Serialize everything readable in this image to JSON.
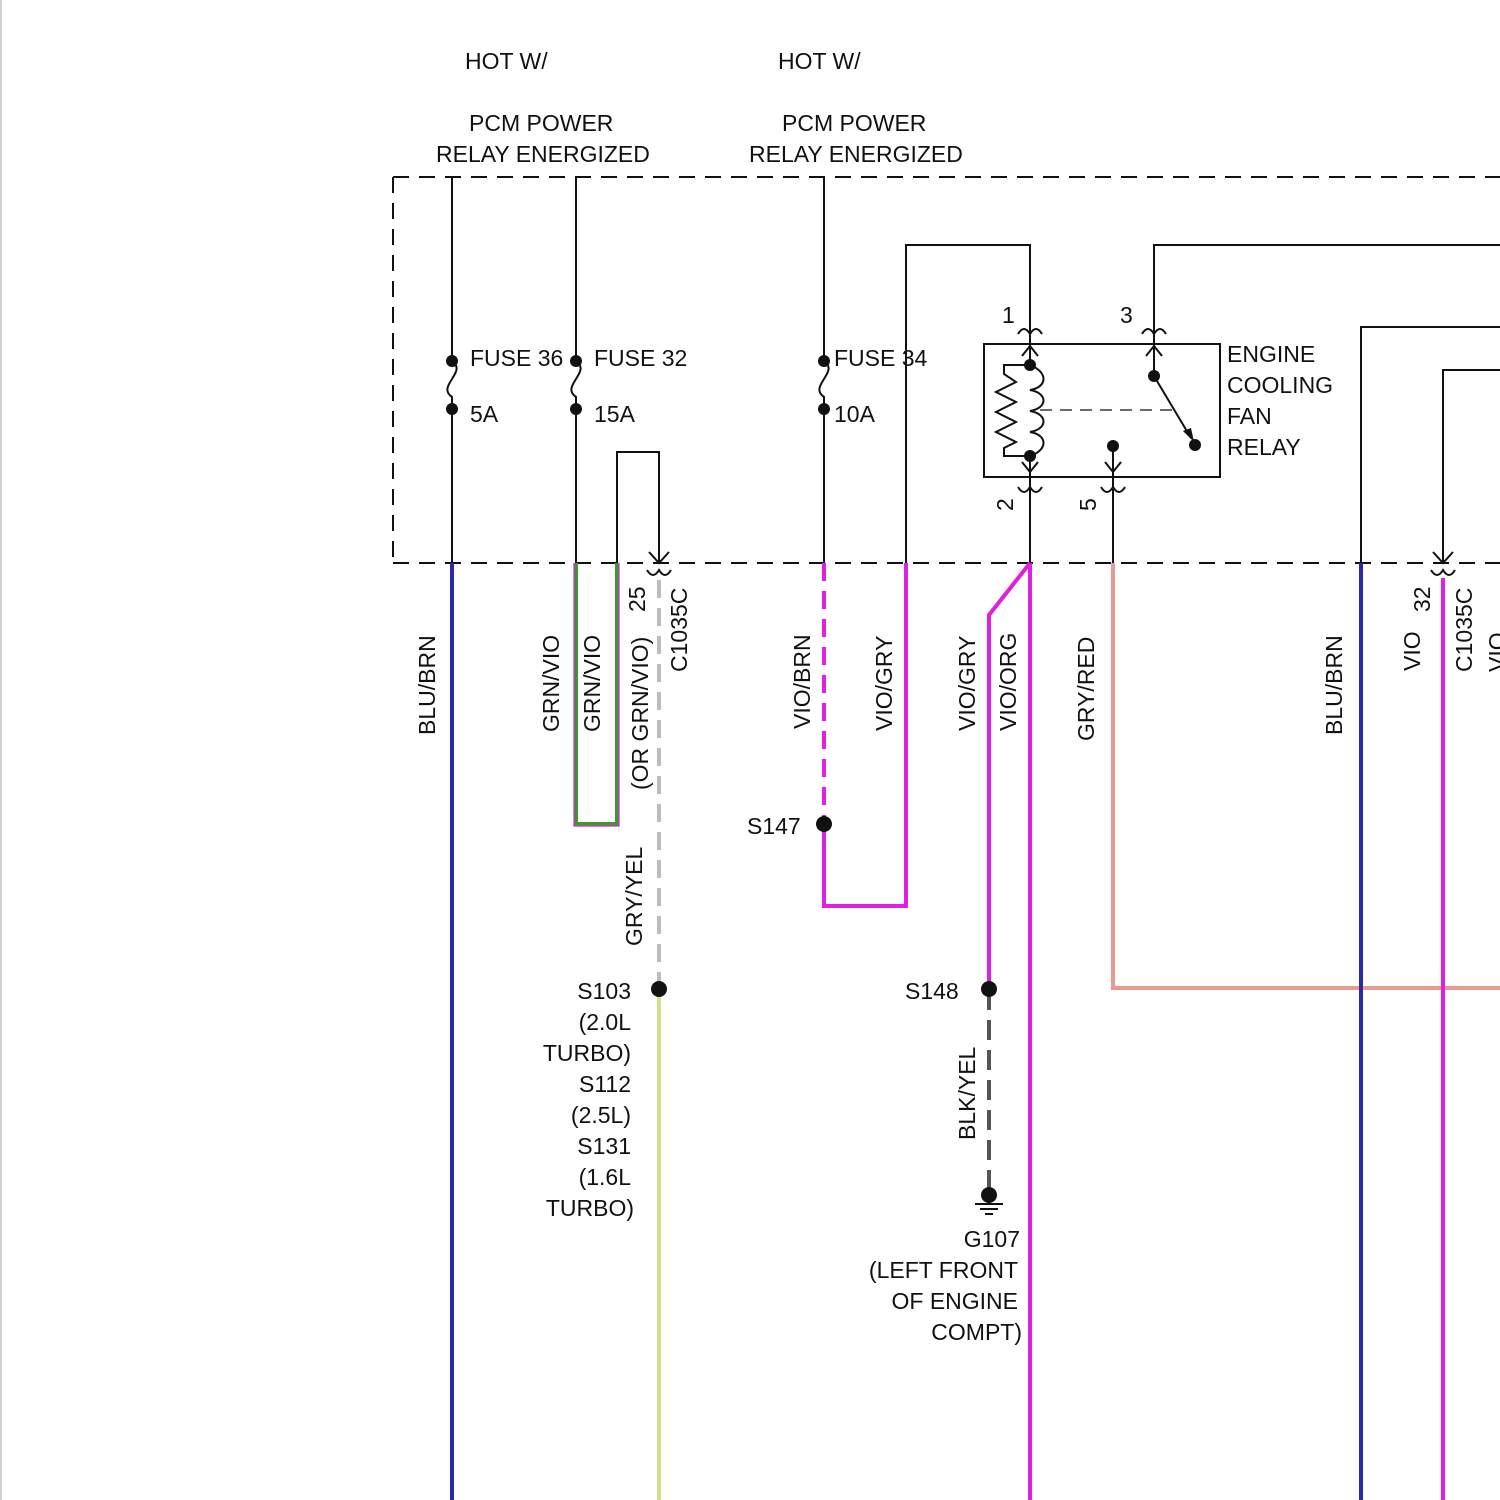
{
  "header": {
    "hot1": "HOT W/",
    "pcm1_a": "PCM POWER",
    "pcm1_b": "RELAY ENERGIZED",
    "hot2": "HOT W/",
    "pcm2_a": "PCM POWER",
    "pcm2_b": "RELAY ENERGIZED"
  },
  "fuses": [
    {
      "name": "FUSE 36",
      "rating": "5A"
    },
    {
      "name": "FUSE 32",
      "rating": "15A"
    },
    {
      "name": "FUSE 34",
      "rating": "10A"
    }
  ],
  "relay": {
    "lines": [
      "ENGINE",
      "COOLING",
      "FAN",
      "RELAY"
    ],
    "pins": {
      "p1": "1",
      "p2": "2",
      "p3": "3",
      "p5": "5"
    }
  },
  "connectors": {
    "c1_pin": "25",
    "c1_name": "C1035C",
    "c2_pin": "32",
    "c2_name": "C1035C"
  },
  "wires": {
    "blu_brn_left": "BLU/BRN",
    "grn_vio_1": "GRN/VIO",
    "grn_vio_2": "GRN/VIO",
    "or_grn_vio": "(OR GRN/VIO)",
    "gry_yel": "GRY/YEL",
    "vio_brn": "VIO/BRN",
    "vio_gry_1": "VIO/GRY",
    "vio_gry_2": "VIO/GRY",
    "vio_org": "VIO/ORG",
    "gry_red": "GRY/RED",
    "blu_brn_right": "BLU/BRN",
    "vio_right": "VIO"
  },
  "splices": {
    "s147": "S147",
    "s148": "S148",
    "s103_lines": [
      "S103",
      "(2.0L",
      "TURBO)",
      "S112",
      "(2.5L)",
      "S131",
      "(1.6L",
      "TURBO)"
    ]
  },
  "ground": {
    "lines": [
      "G107",
      "(LEFT FRONT",
      "OF ENGINE",
      "COMPT)"
    ]
  },
  "colors": {
    "blu_brn": "#2a2aa8",
    "grn_vio": "#3a9a2a",
    "vio": "#e020e0",
    "gry_yel": "#d6e08a",
    "gry": "#bdbdbd",
    "gry_red": "#e89a90",
    "blk_yel": "#555555"
  }
}
